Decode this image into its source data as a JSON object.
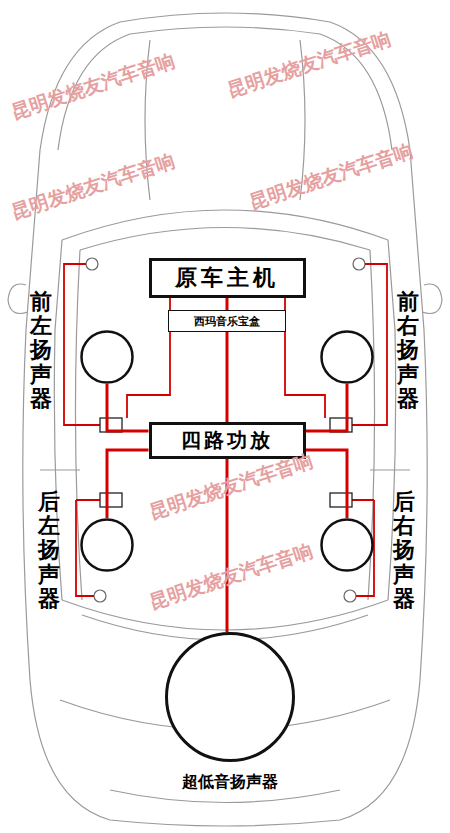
{
  "diagram": {
    "nodes": [
      {
        "text": [
          "原车主机"
        ]
      },
      {
        "text": [
          "西玛音乐宝盒"
        ]
      },
      {
        "text": [
          "前左扬声器"
        ]
      },
      {
        "text": [
          "前右扬声器"
        ]
      },
      {
        "text": [
          "四路功放"
        ]
      },
      {
        "text": [
          "后左扬声器"
        ]
      },
      {
        "text": [
          "后右扬声器"
        ]
      },
      {
        "text": [
          "超低音扬声器"
        ]
      }
    ],
    "edges": [
      {
        "from": 0,
        "to": 1,
        "arrow": "none"
      },
      {
        "from": 1,
        "to": 4,
        "arrow": "none"
      },
      {
        "from": 4,
        "to": 2,
        "arrow": "none"
      },
      {
        "from": 4,
        "to": 3,
        "arrow": "none"
      },
      {
        "from": 4,
        "to": 5,
        "arrow": "none"
      },
      {
        "from": 4,
        "to": 6,
        "arrow": "none"
      },
      {
        "from": 4,
        "to": 7,
        "arrow": "none"
      }
    ],
    "labels": [
      "昆明发烧友汽车音响",
      "昆明发烧友汽车音响",
      "昆明发烧友汽车音响",
      "昆明发烧友汽车音响",
      "昆明发烧友汽车音响",
      "昆明发烧友汽车音响"
    ]
  }
}
